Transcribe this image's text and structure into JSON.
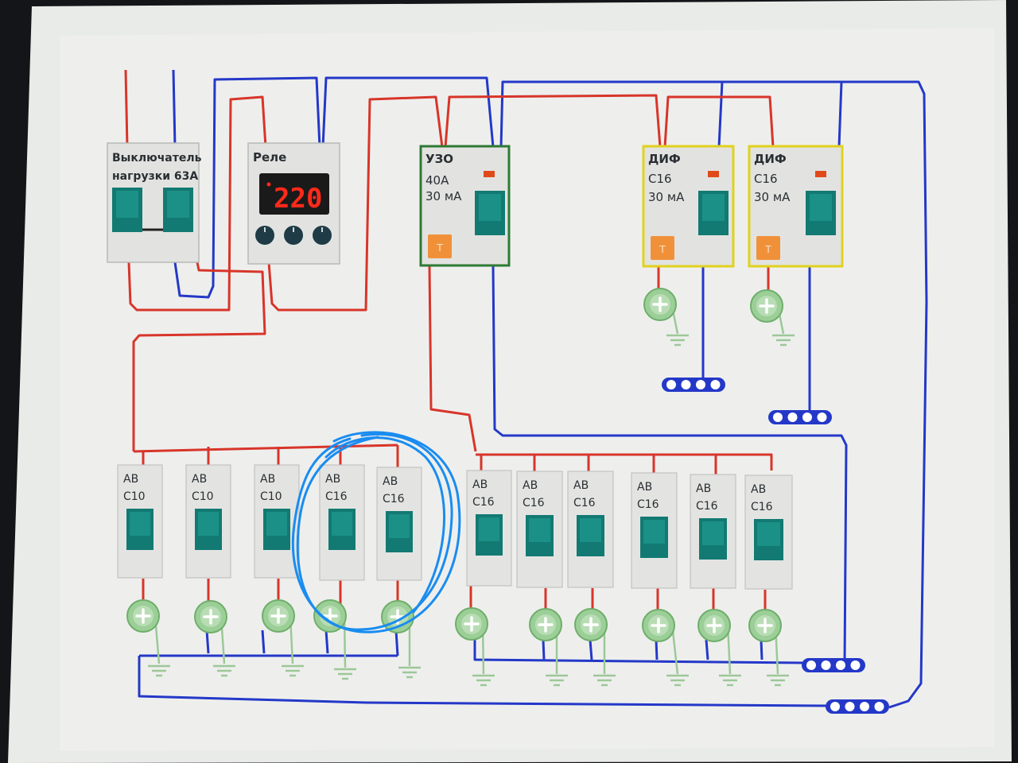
{
  "colors": {
    "phase_wire": "#d8352a",
    "neutral_wire": "#2438c8",
    "ground_wire": "#8fc08a",
    "breaker_handle": "#127a72",
    "uzo_frame": "#2e7a34",
    "dif_frame": "#e0d21e",
    "test_button": "#f0913a",
    "indicator": "#e04a1a",
    "annotation": "#1a8cf0",
    "lcd_bg": "#1a1a1a",
    "lcd_text": "#ff2a1a"
  },
  "devices": {
    "main_switch": {
      "line1": "Выключатель",
      "line2": "нагрузки 63А"
    },
    "relay": {
      "title": "Реле",
      "display": "220"
    },
    "uzo": {
      "title": "УЗО",
      "rating": "40А",
      "leak": "30 мА",
      "test": "T"
    },
    "dif1": {
      "title": "ДИФ",
      "rating": "С16",
      "leak": "30 мА",
      "test": "T"
    },
    "dif2": {
      "title": "ДИФ",
      "rating": "С16",
      "leak": "30 мА",
      "test": "T"
    }
  },
  "breakers": [
    {
      "type": "АВ",
      "rating": "С10"
    },
    {
      "type": "АВ",
      "rating": "С10"
    },
    {
      "type": "АВ",
      "rating": "С10"
    },
    {
      "type": "АВ",
      "rating": "С16"
    },
    {
      "type": "АВ",
      "rating": "С16"
    },
    {
      "type": "АВ",
      "rating": "С16"
    },
    {
      "type": "АВ",
      "rating": "С16"
    },
    {
      "type": "АВ",
      "rating": "С16"
    },
    {
      "type": "АВ",
      "rating": "С16"
    },
    {
      "type": "АВ",
      "rating": "С16"
    },
    {
      "type": "АВ",
      "rating": "С16"
    }
  ],
  "icons": {
    "load_icon": "plus-circle",
    "ground_icon": "ground-symbol",
    "bus_icon": "neutral-bus-bar"
  }
}
